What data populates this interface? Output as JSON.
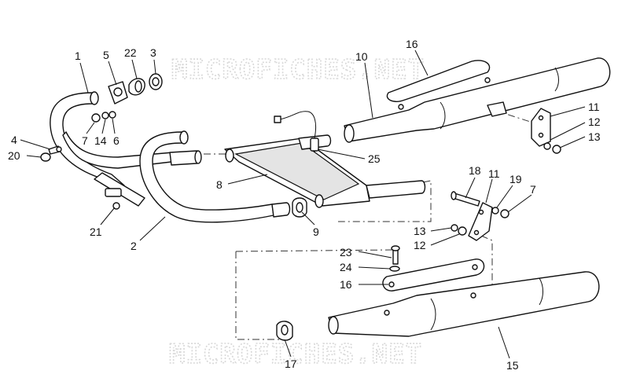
{
  "watermark": {
    "top": "MICROFICHES.NET",
    "bottom": "MICROFICHES.NET"
  },
  "callouts": {
    "c1": "1",
    "c5": "5",
    "c22": "22",
    "c3": "3",
    "c4": "4",
    "c20": "20",
    "c7a": "7",
    "c14": "14",
    "c6": "6",
    "c21": "21",
    "c2": "2",
    "c8": "8",
    "c9": "9",
    "c25": "25",
    "c10": "10",
    "c16a": "16",
    "c11a": "11",
    "c12a": "12",
    "c13a": "13",
    "c18": "18",
    "c11b": "11",
    "c19": "19",
    "c7b": "7",
    "c13b": "13",
    "c12b": "12",
    "c23": "23",
    "c24": "24",
    "c16b": "16",
    "c17": "17",
    "c15": "15"
  },
  "colors": {
    "line": "#111111",
    "watermark": "#d8d8d8",
    "background": "#ffffff"
  }
}
